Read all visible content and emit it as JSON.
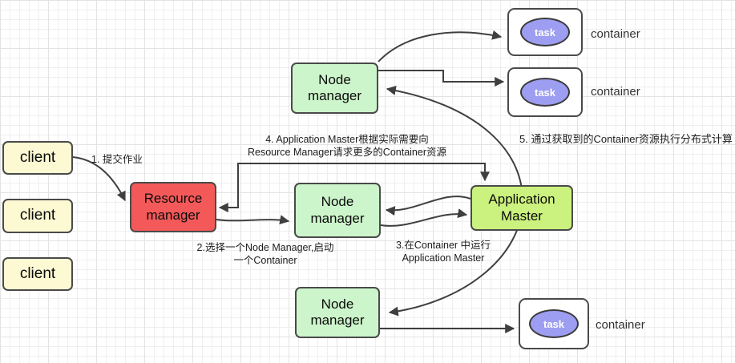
{
  "labels": {
    "step1": "1. 提交作业",
    "step2_line1": "2.选择一个Node Manager,启动",
    "step2_line2": "一个Container",
    "step3_line1": "3.在Container 中运行",
    "step3_line2": "Application Master",
    "step4_line1": "4. Application Master根据实际需要向",
    "step4_line2": "Resource Manager请求更多的Container资源",
    "step5": "5. 通过获取到的Container资源执行分布式计算"
  },
  "nodes": {
    "client1": {
      "label": "client"
    },
    "client2": {
      "label": "client"
    },
    "client3": {
      "label": "client"
    },
    "resource_manager": {
      "label": "Resource manager"
    },
    "node_manager_top": {
      "label": "Node manager"
    },
    "node_manager_center": {
      "label": "Node manager"
    },
    "node_manager_bottom": {
      "label": "Node manager"
    },
    "application_master": {
      "label": "Application Master"
    },
    "container1": {
      "task": "task",
      "caption": "container"
    },
    "container2": {
      "task": "task",
      "caption": "container"
    },
    "container3": {
      "task": "task",
      "caption": "container"
    }
  },
  "colors": {
    "client": "#fdf9d3",
    "resource_manager": "#f45959",
    "node_manager": "#cdf5cb",
    "application_master": "#cbf17e",
    "task": "#9d9df1",
    "container_box": "#ffffff",
    "wire": "#3f3f3f"
  }
}
